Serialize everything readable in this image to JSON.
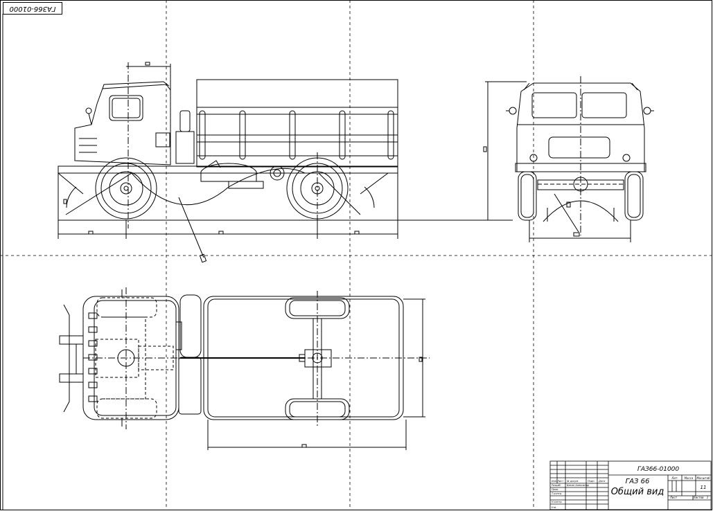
{
  "drawing": {
    "code_corner": "ГАЗ66-01000",
    "code_main": "ГАЗ66-01000",
    "name_line1": "ГАЗ 66",
    "name_line2": "Общий вид",
    "sheets_total": "11",
    "col_lit": "Лит.",
    "col_mass": "Масса",
    "col_scale": "Масштаб",
    "col_sheet": "Лист",
    "col_sheets": "Листов",
    "sheets_value": "1"
  },
  "stamp_rows": {
    "r1": "Изм Лист",
    "r1b": "№ докум.",
    "r1c": "Подп.",
    "r1d": "Дата",
    "r2": "Разраб.",
    "r2b": "Бекин Александр",
    "r3": "Пров.",
    "r4": "Т.контр.",
    "r5": "Н.контр.",
    "r6": "Утв."
  }
}
